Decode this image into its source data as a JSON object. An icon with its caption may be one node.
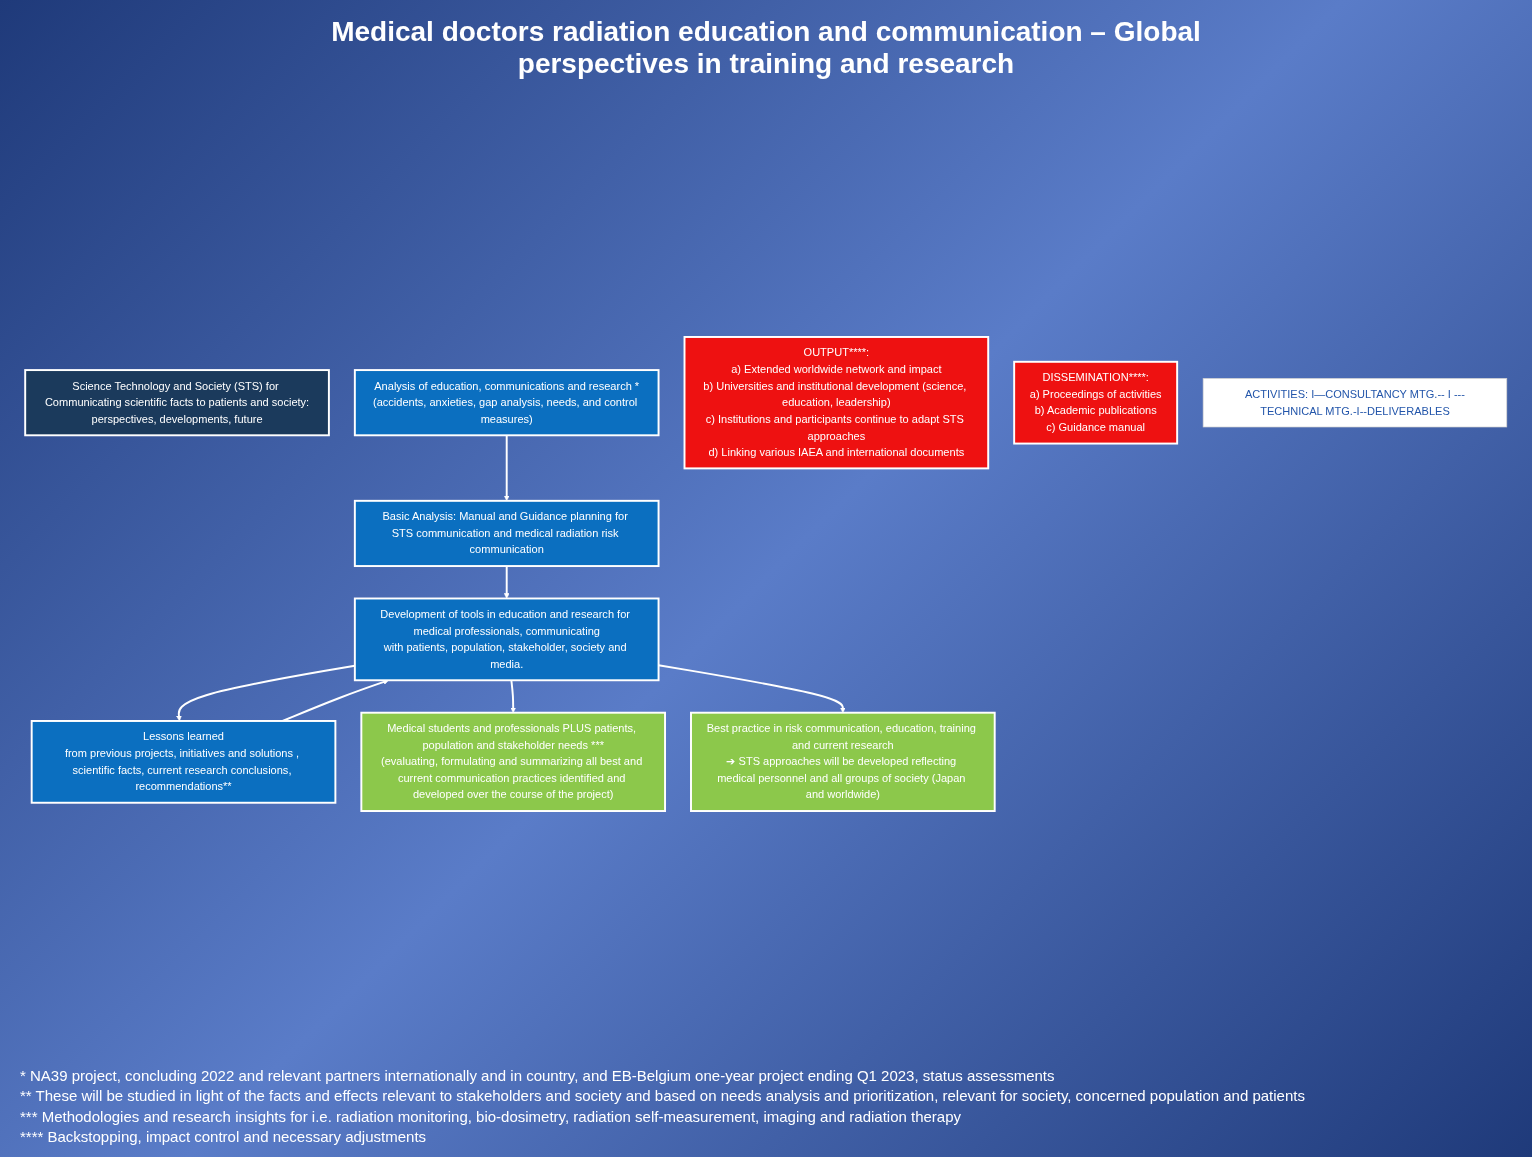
{
  "diagram": {
    "title": "Medical doctors radiation education and communication – Global perspectives in training and research",
    "nodes": [
      {
        "text": [
          "Science Technology and Society (STS) for Communicating scientific facts to patients and society:",
          "perspectives, developments, future"
        ]
      },
      {
        "text": [
          "Analysis of education, communications and research *",
          "(accidents, anxieties, gap analysis, needs, and control measures)"
        ]
      },
      {
        "text": [
          "Basic Analysis: Manual and Guidance planning for STS communication and medical radiation risk communication"
        ]
      },
      {
        "text": [
          "Lessons learned",
          "from previous projects, initiatives and solutions , scientific facts, current research conclusions, recommendations**"
        ]
      },
      {
        "text": [
          "Development of tools in education and research for medical professionals, communicating",
          "with patients, population, stakeholder, society and media."
        ]
      },
      {
        "text": [
          "Medical students and professionals PLUS patients, population and stakeholder needs ***",
          "(evaluating, formulating and summarizing all best and current communication practices identified and developed over the course of the project)"
        ]
      },
      {
        "text": [
          "Best practice in risk communication, education, training and current research",
          "➔ STS approaches will be developed reflecting medical personnel and all groups of society (Japan and worldwide)"
        ]
      },
      {
        "text": [
          "OUTPUT****:",
          "a) Extended worldwide network and impact",
          "b) Universities and institutional development (science, education, leadership)",
          "c) Institutions and participants continue to adapt STS approaches",
          "d) Linking various IAEA and international documents"
        ]
      },
      {
        "text": [
          "DISSEMINATION****:",
          "a) Proceedings of activities",
          "b) Academic publications",
          "c) Guidance manual"
        ]
      },
      {
        "text": [
          "ACTIVITIES: I—CONSULTANCY MTG.-- I ---TECHNICAL MTG.-I--DELIVERABLES"
        ]
      }
    ],
    "edges": [
      {
        "from": 1,
        "to": 2,
        "arrow": "to"
      },
      {
        "from": 2,
        "to": 4,
        "arrow": "to"
      },
      {
        "from": 3,
        "to": 4,
        "arrow": "to"
      },
      {
        "from": 4,
        "to": 3,
        "arrow": "to"
      },
      {
        "from": 4,
        "to": 5,
        "arrow": "to"
      },
      {
        "from": 4,
        "to": 6,
        "arrow": "to"
      }
    ],
    "labels": [
      "* NA39 project, concluding 2022 and relevant partners internationally and in country, and EB-Belgium one-year project ending Q1 2023, status assessments",
      "** These will be studied in light of the facts and effects relevant to stakeholders and society and based on needs analysis and prioritization, relevant for society, concerned population and patients",
      "*** Methodologies and research insights for i.e. radiation monitoring, bio-dosimetry, radiation self-measurement, imaging and radiation therapy",
      "**** Backstopping, impact control and necessary adjustments"
    ]
  }
}
